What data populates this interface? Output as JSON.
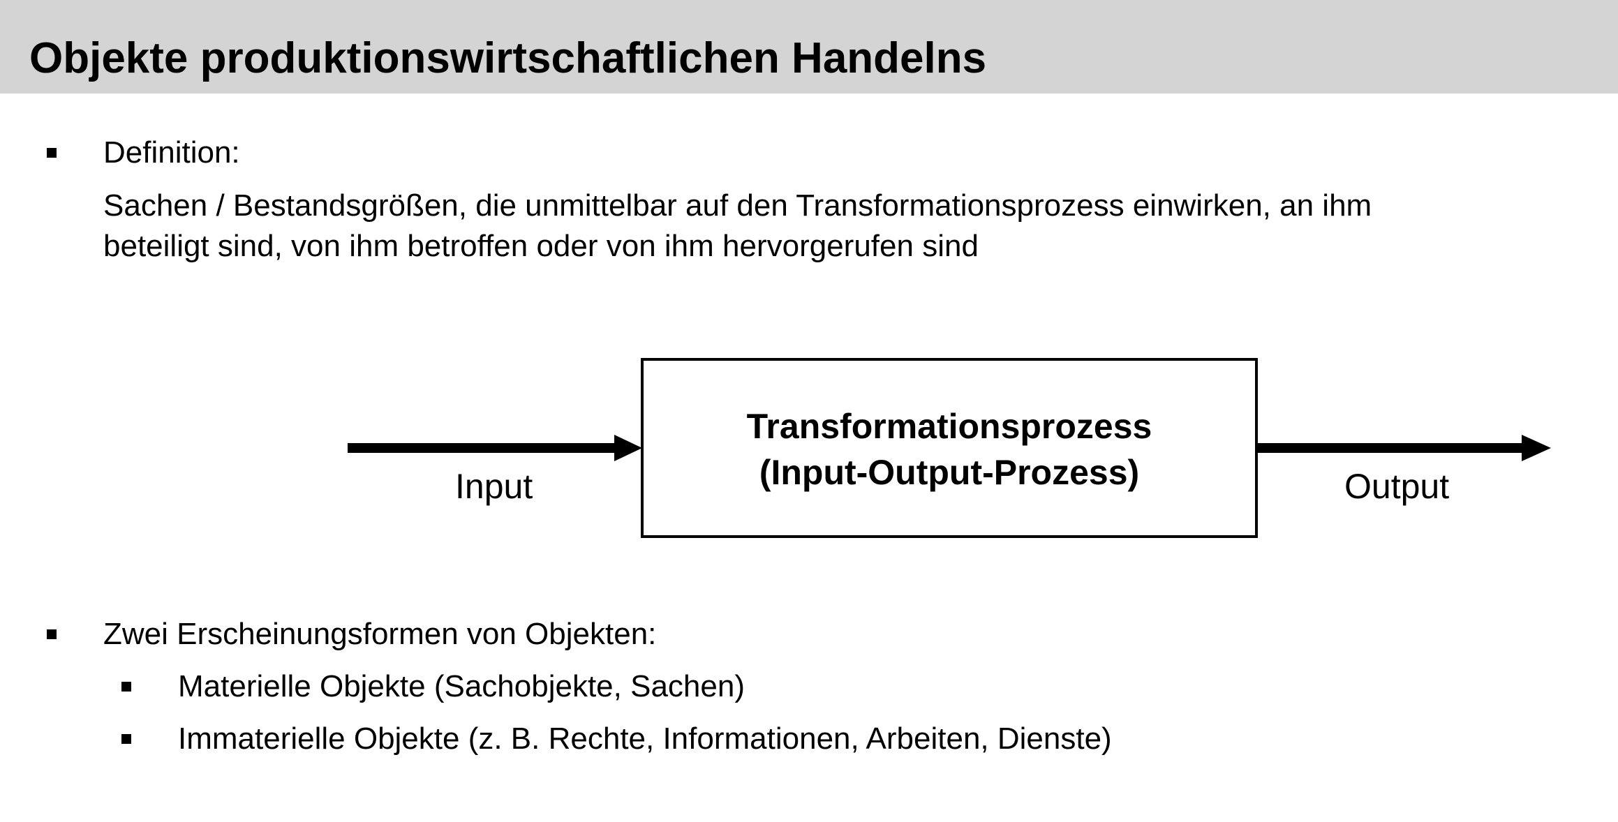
{
  "header": {
    "title": "Objekte produktionswirtschaftlichen Handelns",
    "background": "#d4d4d4"
  },
  "definition": {
    "label": "Definition:",
    "text_line1": "Sachen / Bestandsgrößen, die unmittelbar auf den Transformationsprozess einwirken, an ihm",
    "text_line2": "beteiligt sind, von ihm betroffen oder von ihm hervorgerufen sind"
  },
  "diagram": {
    "process_title": "Transformationsprozess",
    "process_subtitle": "(Input-Output-Prozess)",
    "input_label": "Input",
    "output_label": "Output"
  },
  "forms": {
    "label": "Zwei Erscheinungsformen von Objekten:",
    "items": [
      "Materielle Objekte (Sachobjekte, Sachen)",
      "Immaterielle Objekte (z. B. Rechte, Informationen, Arbeiten, Dienste)"
    ]
  }
}
